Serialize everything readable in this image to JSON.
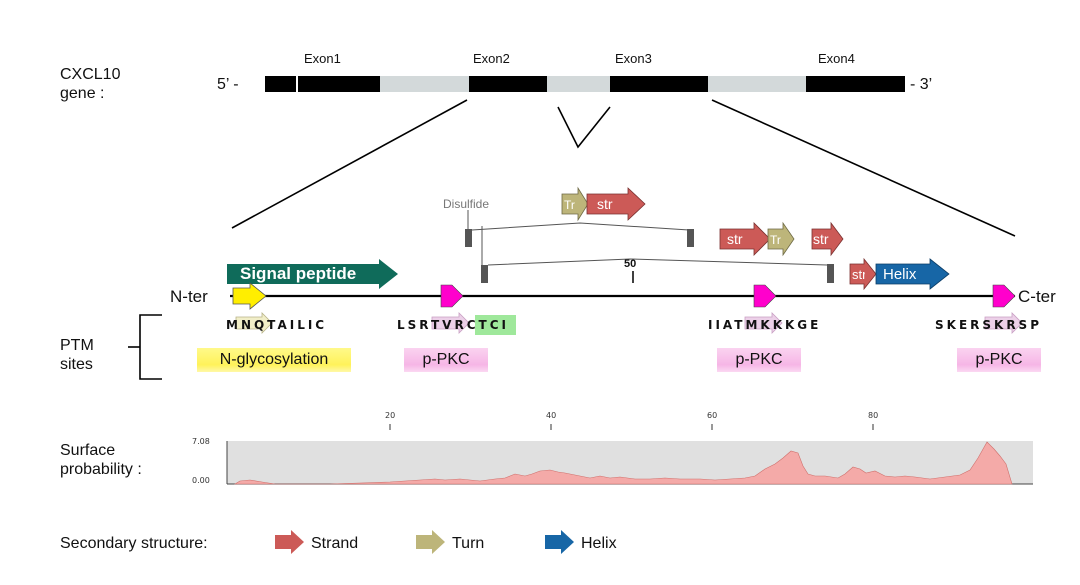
{
  "gene": {
    "label_line1": "CXCL10",
    "label_line2": "gene :",
    "end5": "5’ -",
    "end3": "- 3’",
    "exons": [
      "Exon1",
      "Exon2",
      "Exon3",
      "Exon4"
    ]
  },
  "protein": {
    "n_ter": "N-ter",
    "c_ter": "C-ter",
    "position_marker": "50",
    "disulfide": "Disulfide",
    "signal_peptide": "Signal peptide",
    "features": {
      "tr": "Tr",
      "str": "str",
      "helix": "Helix"
    }
  },
  "ptm": {
    "label_line1": "PTM",
    "label_line2": "sites",
    "sites": [
      {
        "sequence": "MNQTAILIC",
        "type": "N-glycosylation",
        "color": "#fff25a"
      },
      {
        "sequence": "LSRTVRCTCI",
        "type": "p-PKC",
        "color": "#f6b6e6"
      },
      {
        "sequence": "IIATMKKKGE",
        "type": "p-PKC",
        "color": "#f6b6e6"
      },
      {
        "sequence": "SKERSKRSP",
        "type": "p-PKC",
        "color": "#f6b6e6"
      }
    ]
  },
  "surface": {
    "label_line1": "Surface",
    "label_line2": "probability :",
    "ymax_label": "7.08",
    "ymin_label": "0.00",
    "x_ticks": [
      "20",
      "40",
      "60",
      "80"
    ]
  },
  "legend": {
    "title": "Secondary structure:",
    "items": [
      {
        "label": "Strand",
        "color": "#cc5a57"
      },
      {
        "label": "Turn",
        "color": "#bdb57a"
      },
      {
        "label": "Helix",
        "color": "#1766a6"
      }
    ]
  },
  "colors": {
    "strand": "#cc5a57",
    "turn": "#bdb57a",
    "helix": "#1766a6",
    "signal": "#0f6b5a",
    "site_marker": "#ff00cc",
    "start_marker": "#ffee00",
    "surface_fill": "#f4aaa8",
    "surface_bg": "#e0e0e0"
  }
}
